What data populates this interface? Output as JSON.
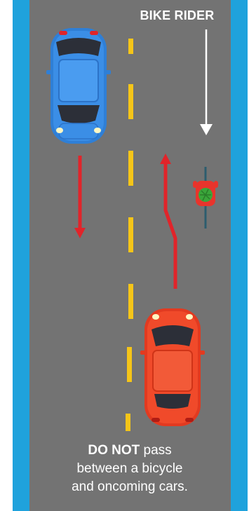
{
  "labels": {
    "bike_rider": "BIKE RIDER"
  },
  "caption": {
    "emphasis": "DO NOT",
    "rest_line1": " pass",
    "line2": "between a bicycle",
    "line3": "and oncoming cars."
  },
  "colors": {
    "shoulder": "#1fa2dc",
    "road": "#737373",
    "lane_dash": "#f5c518",
    "arrow_red": "#e1242a",
    "arrow_white": "#ffffff",
    "car_blue": "#3b8ee6",
    "car_red": "#f04a2a",
    "cyclist_red": "#e8342c",
    "helmet_green": "#3aa63a"
  }
}
